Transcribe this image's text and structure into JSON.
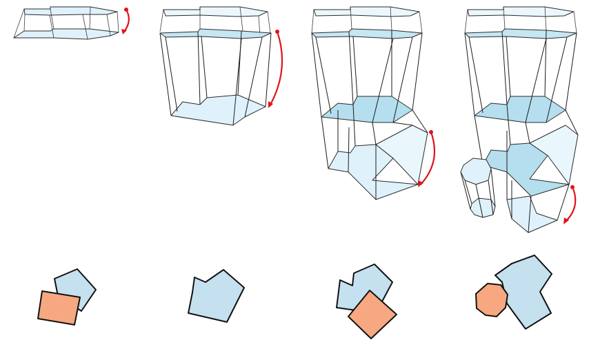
{
  "figure": {
    "steps": [
      {
        "step": 1,
        "shapes": [
          "pentagon",
          "square"
        ],
        "stack_layers": 1
      },
      {
        "step": 2,
        "shapes": [
          "merged-pentagon"
        ],
        "stack_layers": 2
      },
      {
        "step": 3,
        "shapes": [
          "merged-pentagon",
          "square"
        ],
        "stack_layers": 3
      },
      {
        "step": 4,
        "shapes": [
          "merged-polygon",
          "octagon"
        ],
        "stack_layers": 4
      }
    ],
    "colors": {
      "blue_piece": "#c5e0ef",
      "orange_piece": "#f7a880",
      "layer_face_light": "#dff2fb",
      "layer_face_mid": "#bfe3f2",
      "arrow": "#e0141b",
      "outline": "#111111"
    },
    "icons": [
      "curved-arrow-icon"
    ]
  }
}
